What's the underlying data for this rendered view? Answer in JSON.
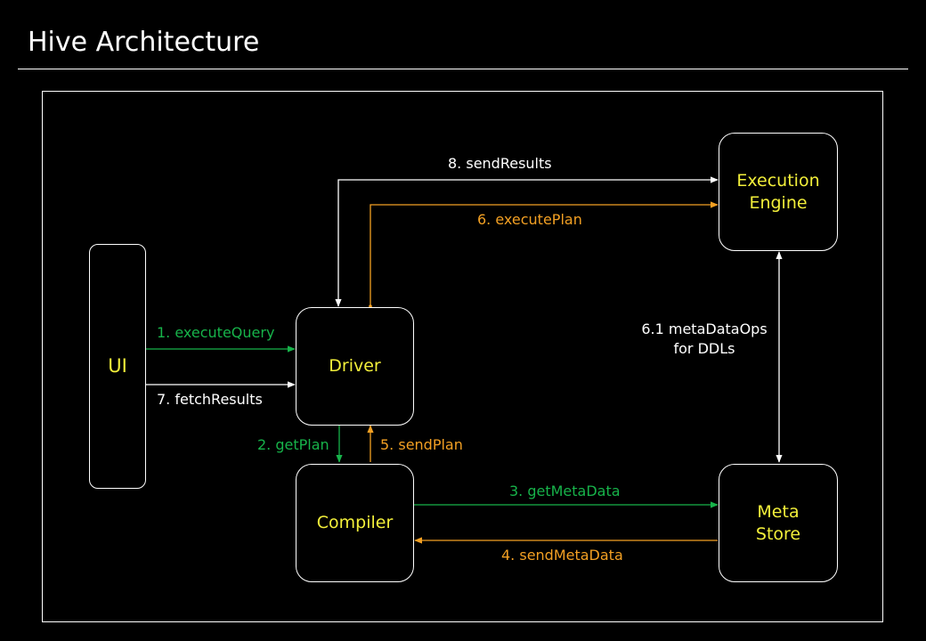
{
  "header": {
    "title": "Hive Architecture"
  },
  "nodes": {
    "ui": "UI",
    "driver": "Driver",
    "compiler": "Compiler",
    "execution_engine": "Execution\nEngine",
    "meta_store": "Meta\nStore"
  },
  "edges": {
    "execute_query": "1. executeQuery",
    "get_plan": "2. getPlan",
    "get_meta_data": "3. getMetaData",
    "send_meta_data": "4. sendMetaData",
    "send_plan": "5. sendPlan",
    "execute_plan": "6. executePlan",
    "meta_data_ops": "6.1 metaDataOps\nfor DDLs",
    "fetch_results": "7. fetchResults",
    "send_results": "8. sendResults"
  },
  "colors": {
    "background": "#000000",
    "node_text": "#f2ef3a",
    "green": "#17b34a",
    "orange": "#f3a023",
    "white": "#ffffff"
  }
}
